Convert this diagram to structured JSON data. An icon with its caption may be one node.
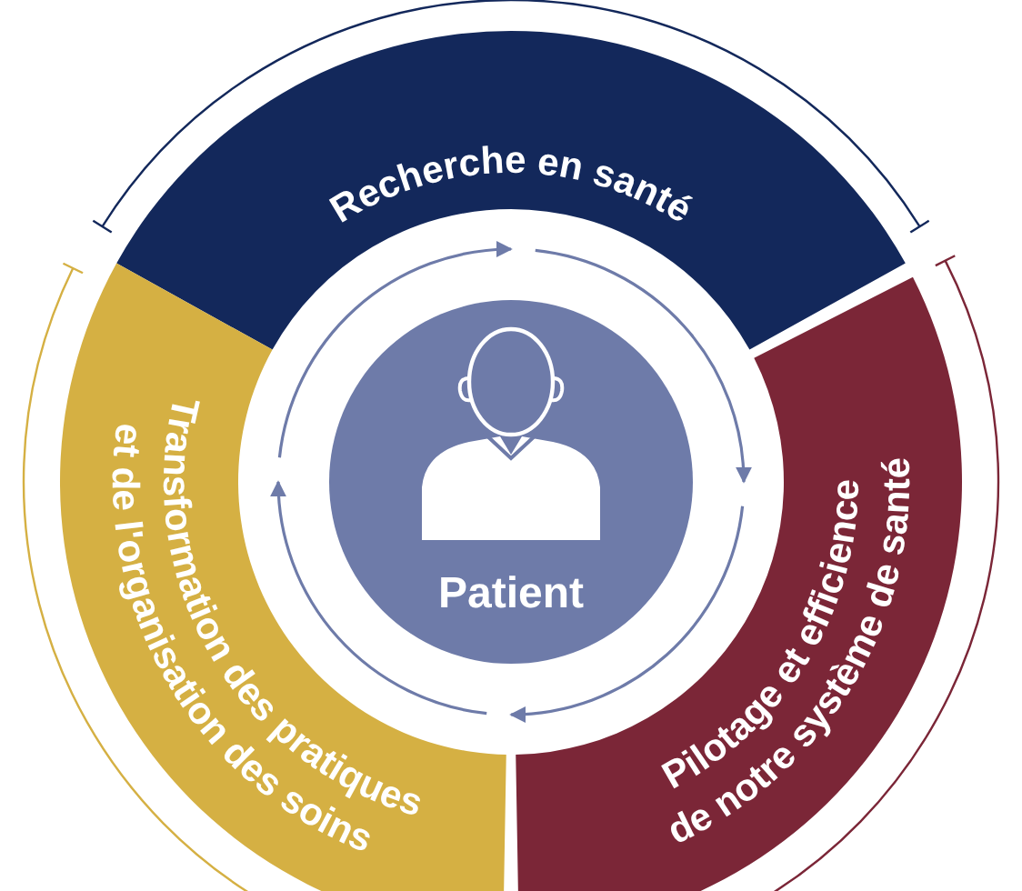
{
  "diagram": {
    "nodes": [
      {
        "text": [
          "Recherche en santé"
        ]
      },
      {
        "text": [
          "Transformation des pratiques et de l'organisation des soins"
        ]
      },
      {
        "text": [
          "Patient"
        ]
      },
      {
        "text": [
          "Pilotage et efficience de notre système de santé"
        ]
      }
    ]
  }
}
